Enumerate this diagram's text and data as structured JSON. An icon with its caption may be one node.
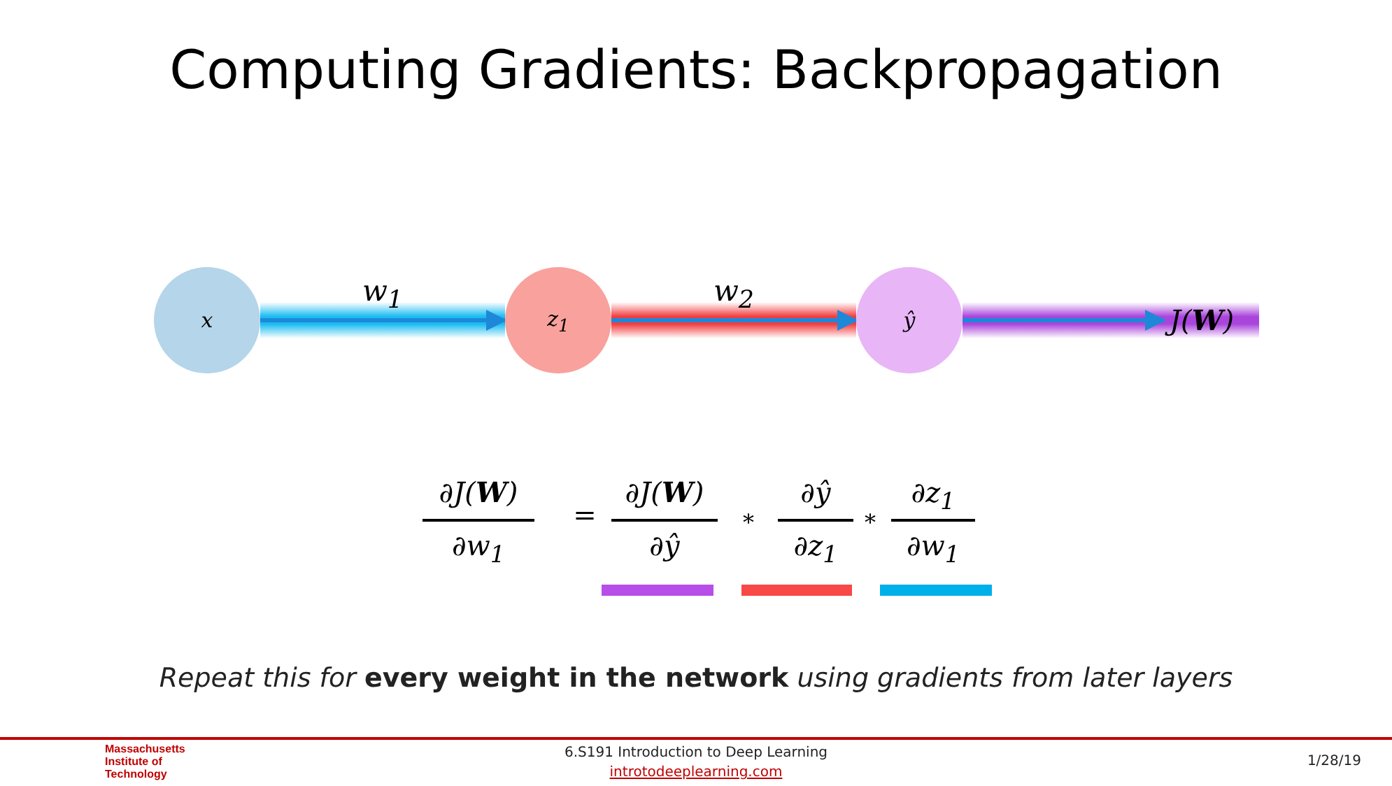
{
  "diagram": {
    "title": "Computing Gradients: Backpropagation",
    "nodes": [
      {
        "text": [
          "x"
        ]
      },
      {
        "text": [
          "z$_{1}$"
        ]
      },
      {
        "text": [
          "ŷ"
        ]
      },
      {
        "text": [
          "J(**W**)"
        ]
      }
    ],
    "edges": [
      {
        "from": 0,
        "to": 1,
        "arrow": "to",
        "label": "w$_{1}$"
      },
      {
        "from": 1,
        "to": 2,
        "arrow": "to",
        "label": "w$_{2}$"
      },
      {
        "from": 2,
        "to": 3,
        "arrow": "to"
      }
    ],
    "labels": [
      "∂J(**W**)",
      "∂w$_{1}$",
      "=",
      "∂J(**W**)",
      "∂ŷ",
      "*",
      "∂ŷ",
      "∂z$_{1}$",
      "*",
      "∂z$_{1}$",
      "∂w$_{1}$",
      "Repeat this for **every weight in the network** using gradients from later layers",
      "Massachusetts Institute of Technology",
      "6.S191 Introduction to Deep Learning",
      "introtodeeplearning.com",
      "1/28/19"
    ]
  }
}
